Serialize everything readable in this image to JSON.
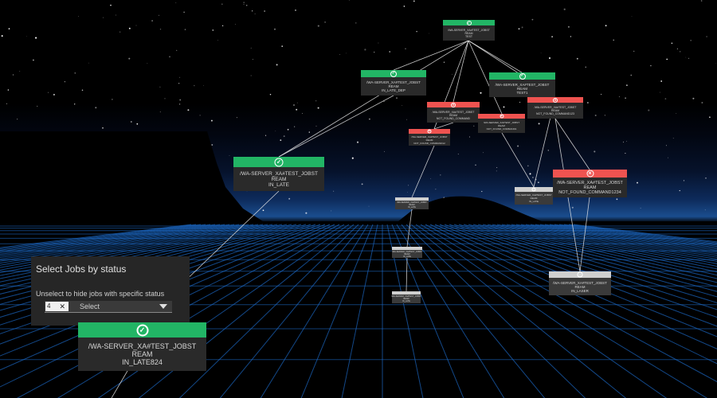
{
  "colors": {
    "success": "#22b565",
    "failed": "#ef5350",
    "skipped": "#cfcfcf",
    "panel": "#262626",
    "grid": "#1e6fd1"
  },
  "panel": {
    "title": "Select Jobs by status",
    "subtitle": "Unselect to hide jobs with specific status",
    "chip_value": "4",
    "chip_remove": "✕",
    "placeholder": "Select"
  },
  "nodes": {
    "top": {
      "status": "success",
      "icon": "check-icon",
      "lines": [
        "/WA-SERVER_XA#TEST_JOBST",
        "REAM",
        "TEST"
      ]
    },
    "late_dep": {
      "status": "success",
      "icon": "check-icon",
      "lines": [
        "/WA-SERVER_XA#TEST_JOBST",
        "REAM",
        "IN_LATE_DEP"
      ]
    },
    "test1": {
      "status": "success",
      "icon": "check-icon",
      "lines": [
        "/WA-SERVER_XA#TEST_JOBST",
        "REAM",
        "TEST1"
      ]
    },
    "nf_cmd_a": {
      "status": "failed",
      "icon": "error-icon",
      "lines": [
        "/WA-SERVER_XA#TEST_JOBST",
        "REAM",
        "NOT_FOUND_COMMAND"
      ]
    },
    "nf_cmd_b": {
      "status": "failed",
      "icon": "error-icon",
      "lines": [
        "/WA-SERVER_XA#TEST_JOBST",
        "REAM",
        "NOT_FOUND_COMMAND123"
      ]
    },
    "nf_cmd_c": {
      "status": "failed",
      "icon": "error-icon",
      "lines": [
        "/WA-SERVER_XA#TEST_JOBST",
        "REAM",
        "NOT_FOUND_COMMAND1"
      ]
    },
    "nf_cmd_d": {
      "status": "failed",
      "icon": "error-icon",
      "lines": [
        "/WA-SERVER_XA#TEST_JOBST",
        "REAM",
        "NOT_FOUND_COMMAND12"
      ]
    },
    "in_late": {
      "status": "success",
      "icon": "check-icon",
      "lines": [
        "/WA-SERVER_XA#TEST_JOBST",
        "REAM",
        "IN_LATE"
      ]
    },
    "nf_cmd_1234": {
      "status": "failed",
      "icon": "error-icon",
      "lines": [
        "/WA-SERVER_XA#TEST_JOBST",
        "REAM",
        "NOT_FOUND_COMMAND1234"
      ]
    },
    "skip_a": {
      "status": "skipped",
      "icon": "skip-icon",
      "lines": [
        "/WA-SERVER_XA#TEST_JOBST",
        "REAM",
        "IN_LATE"
      ]
    },
    "skip_b": {
      "status": "skipped",
      "icon": "skip-icon",
      "lines": [
        "/WA-SERVER_XA#TEST_JOBST",
        "REAM",
        "IN_LATE"
      ]
    },
    "skip_c": {
      "status": "skipped",
      "icon": "skip-icon",
      "lines": [
        "/WA-SERVER_XA#TEST_JOBST",
        "REAM",
        "IN_LATE"
      ]
    },
    "skip_d": {
      "status": "skipped",
      "icon": "skip-icon",
      "lines": [
        "/WA-SERVER_XA#TEST_JOBST",
        "REAM",
        "IN_LATE"
      ]
    },
    "in_laser": {
      "status": "skipped",
      "icon": "skip-icon",
      "lines": [
        "/WA-SERVER_XA#TEST_JOBST",
        "REAM",
        "IN_LASER"
      ]
    },
    "late824": {
      "status": "success",
      "icon": "check-icon",
      "lines": [
        "/WA-SERVER_XA#TEST_JOBST",
        "REAM",
        "IN_LATE824"
      ]
    }
  }
}
